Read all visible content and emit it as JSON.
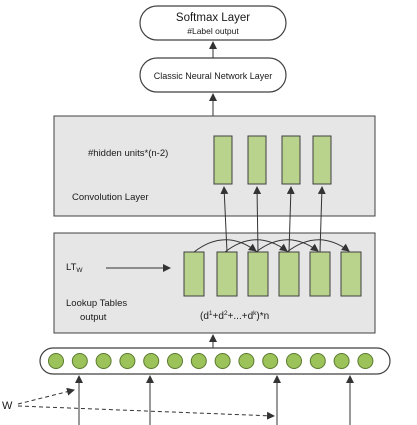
{
  "softmax": {
    "title": "Softmax Layer",
    "subtitle": "#Label output"
  },
  "classic": {
    "label": "Classic Neural Network Layer"
  },
  "convolution": {
    "label": "Convolution Layer",
    "hidden_units": "#hidden units*(n-2)"
  },
  "lookup": {
    "label_line1": "Lookup Tables",
    "label_line2": "output",
    "lt_base": "LT",
    "lt_sub": "W",
    "formula": {
      "d1": "(d",
      "s1": "1",
      "d2": "+d",
      "s2": "2",
      "d3": "+...+d",
      "s3": "k",
      "d4": ")*n"
    }
  },
  "input": {
    "w_label": "W"
  },
  "colors": {
    "box_fill": "#e6e6e6",
    "stroke": "#404040",
    "rect_fill": "#b9d28c",
    "circle_fill": "#9cc25a",
    "circle_stroke": "#5a7a2e"
  }
}
